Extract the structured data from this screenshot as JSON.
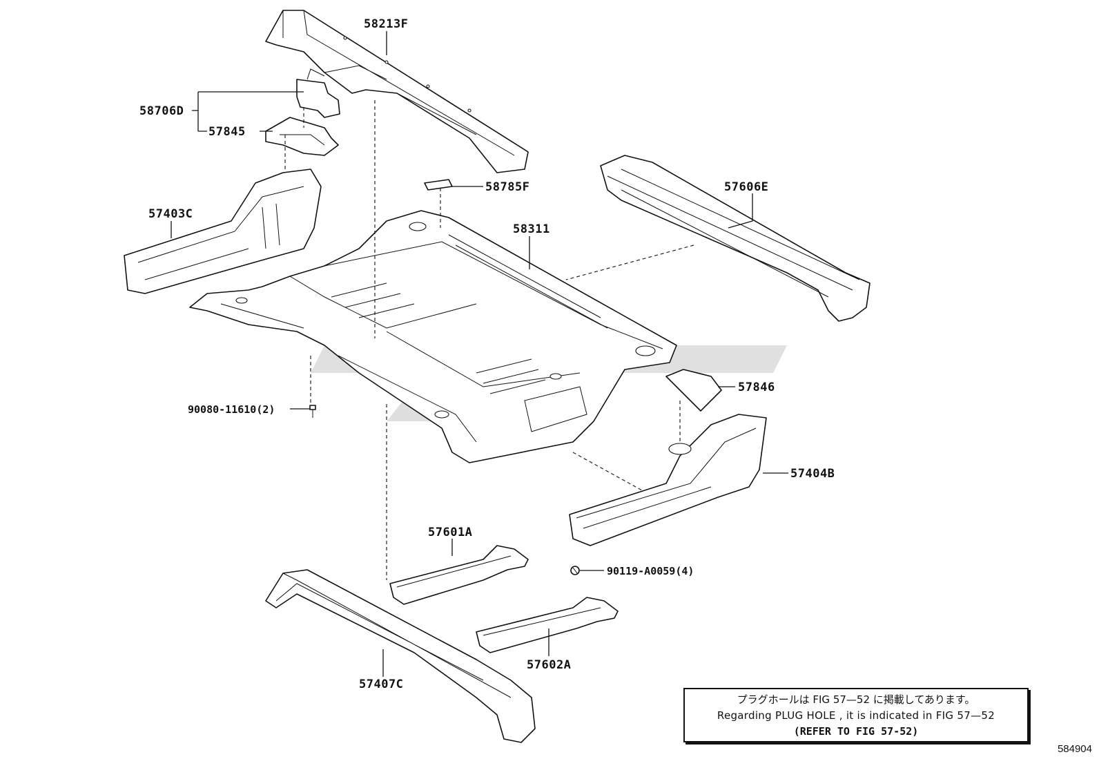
{
  "parts": {
    "p58213F": "58213F",
    "p58706D": "58706D",
    "p57845": "57845",
    "p57403C": "57403C",
    "p58785F": "58785F",
    "p58311": "58311",
    "p57606E": "57606E",
    "p90080": "90080-11610(2)",
    "p57846": "57846",
    "p57404B": "57404B",
    "p57601A": "57601A",
    "p90119": "90119-A0059(4)",
    "p57407C": "57407C",
    "p57602A": "57602A"
  },
  "note": {
    "line_jp": "プラグホールは FIG  57—52 に掲載してあります。",
    "line_en": "Regarding  PLUG  HOLE , it is indicated in FIG  57—52",
    "line_ref": "(REFER TO FIG 57-52)"
  },
  "figure_number": "584904"
}
